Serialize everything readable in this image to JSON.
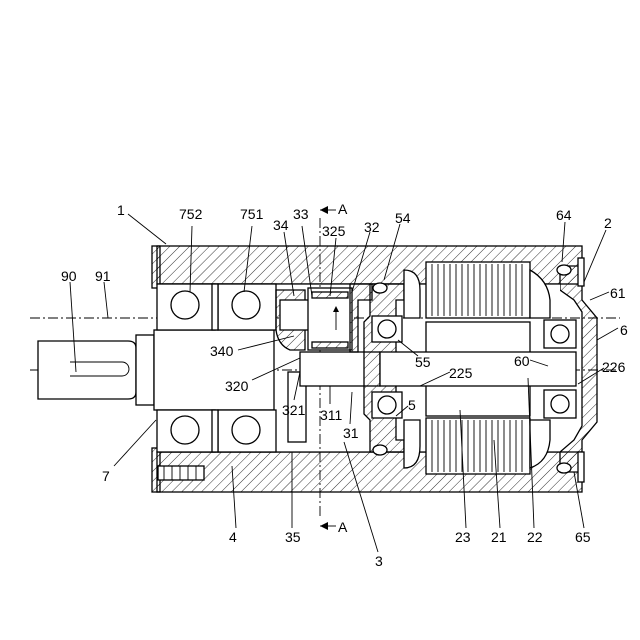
{
  "labels": {
    "l1": "1",
    "l752": "752",
    "l751": "751",
    "l34": "34",
    "l33": "33",
    "lA_top": "A",
    "l325": "325",
    "l32": "32",
    "l54": "54",
    "l64": "64",
    "l2": "2",
    "l61": "61",
    "l6": "6",
    "l226": "226",
    "l90": "90",
    "l91": "91",
    "l340": "340",
    "l320": "320",
    "l321": "321",
    "l311": "311",
    "l31": "31",
    "l55": "55",
    "l225": "225",
    "l5": "5",
    "l60": "60",
    "l7": "7",
    "l4": "4",
    "l35": "35",
    "lA_bot": "A",
    "l3": "3",
    "l23": "23",
    "l21": "21",
    "l22": "22",
    "l65": "65"
  }
}
